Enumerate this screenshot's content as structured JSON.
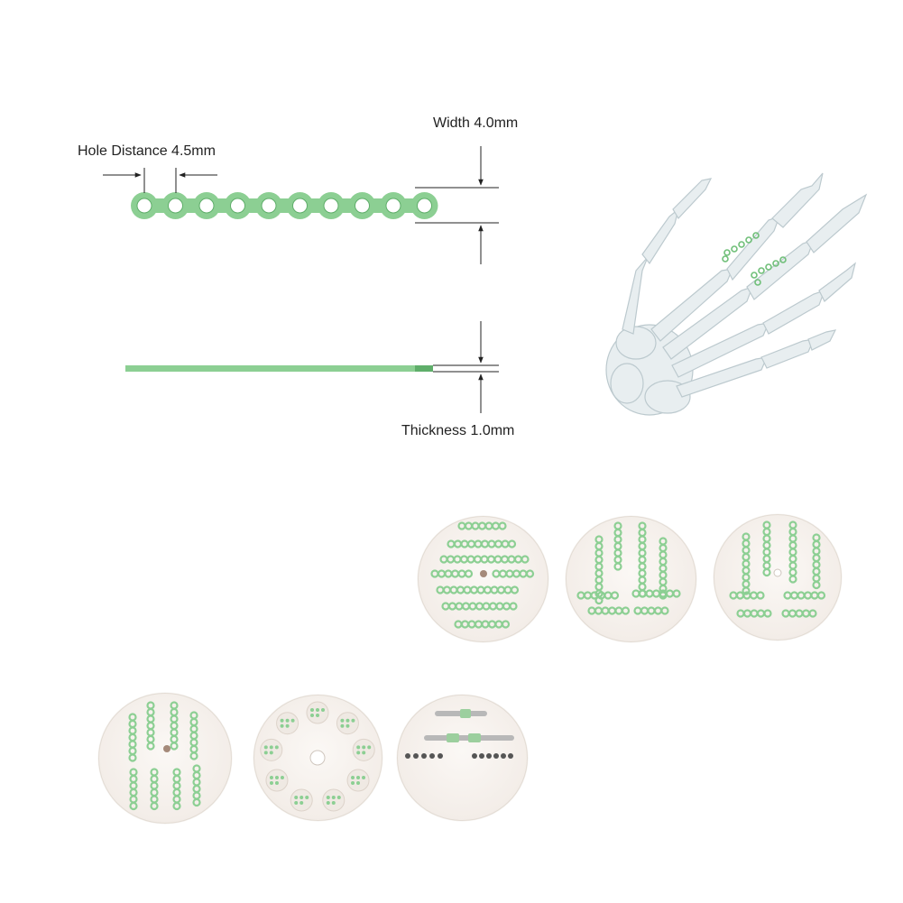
{
  "labels": {
    "hole_distance": "Hole Distance 4.5mm",
    "width": "Width 4.0mm",
    "thickness": "Thickness 1.0mm"
  },
  "plate": {
    "hole_count": 10,
    "color": "#8ccf93",
    "color_dark": "#5fae6a"
  },
  "colors": {
    "bone": "#e7eef0",
    "bone_outline": "#b9c7cc",
    "tray": "#f6f1ec",
    "implant": "#8ccf93",
    "dimension_line": "#222222"
  }
}
